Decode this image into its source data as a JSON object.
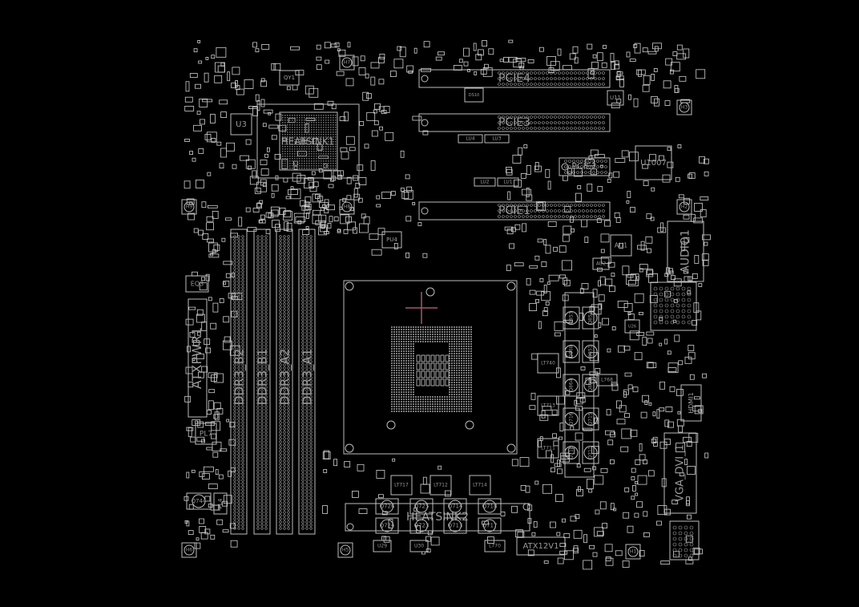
{
  "board": {
    "background_color": "#000000",
    "outline_color": "#bdbdbd",
    "label_color": "#9a9a9a",
    "cursor_color": "#a05a6a",
    "marker_color": "#1fa0a0"
  },
  "slots": [
    {
      "label": "PCIE4"
    },
    {
      "label": "PCIE3"
    },
    {
      "label": "PCIE2"
    },
    {
      "label": "PCIE1"
    }
  ],
  "dimms": [
    {
      "label": "DDR3_B2"
    },
    {
      "label": "DDR3_B1"
    },
    {
      "label": "DDR3_A2"
    },
    {
      "label": "DDR3_A1"
    }
  ],
  "heatsinks": [
    {
      "label": "HEATSINK1"
    },
    {
      "label": "HEATSINK2"
    }
  ],
  "components": [
    {
      "label": "U11"
    },
    {
      "label": "U1007"
    },
    {
      "label": "U3"
    },
    {
      "label": "QY1"
    },
    {
      "label": "DS10"
    },
    {
      "label": "LU4"
    },
    {
      "label": "LU3"
    },
    {
      "label": "LU2"
    },
    {
      "label": "LU1"
    },
    {
      "label": "PU4"
    },
    {
      "label": "AU1"
    },
    {
      "label": "AU2"
    },
    {
      "label": "AUDIO1"
    },
    {
      "label": "ATXPWR1"
    },
    {
      "label": "EQ3"
    },
    {
      "label": "PL7"
    },
    {
      "label": "PL4"
    },
    {
      "label": "Q744"
    },
    {
      "label": "LT740"
    },
    {
      "label": "LT713"
    },
    {
      "label": "LT711"
    },
    {
      "label": "Q853"
    },
    {
      "label": "Q854"
    },
    {
      "label": "Q868"
    },
    {
      "label": "Q851"
    },
    {
      "label": "Q864"
    },
    {
      "label": "Q852"
    },
    {
      "label": "Q716"
    },
    {
      "label": "Q715"
    },
    {
      "label": "Q712"
    },
    {
      "label": "Q711"
    },
    {
      "label": "L768"
    },
    {
      "label": "U26"
    },
    {
      "label": "HDMI1"
    },
    {
      "label": "VGA_DVI_1"
    },
    {
      "label": "LT717"
    },
    {
      "label": "LT712"
    },
    {
      "label": "LT714"
    },
    {
      "label": "Q726"
    },
    {
      "label": "Q725"
    },
    {
      "label": "Q714"
    },
    {
      "label": "Q718"
    },
    {
      "label": "Q724"
    },
    {
      "label": "Q723"
    },
    {
      "label": "Q713"
    },
    {
      "label": "Q717"
    },
    {
      "label": "U29"
    },
    {
      "label": "U30"
    },
    {
      "label": "L770"
    },
    {
      "label": "ATX12V1"
    }
  ],
  "mounting_holes": [
    {
      "label": "H1"
    },
    {
      "label": "H2"
    },
    {
      "label": "H3"
    },
    {
      "label": "H5"
    },
    {
      "label": "H6"
    },
    {
      "label": "H7"
    },
    {
      "label": "H8"
    },
    {
      "label": "H9"
    }
  ]
}
